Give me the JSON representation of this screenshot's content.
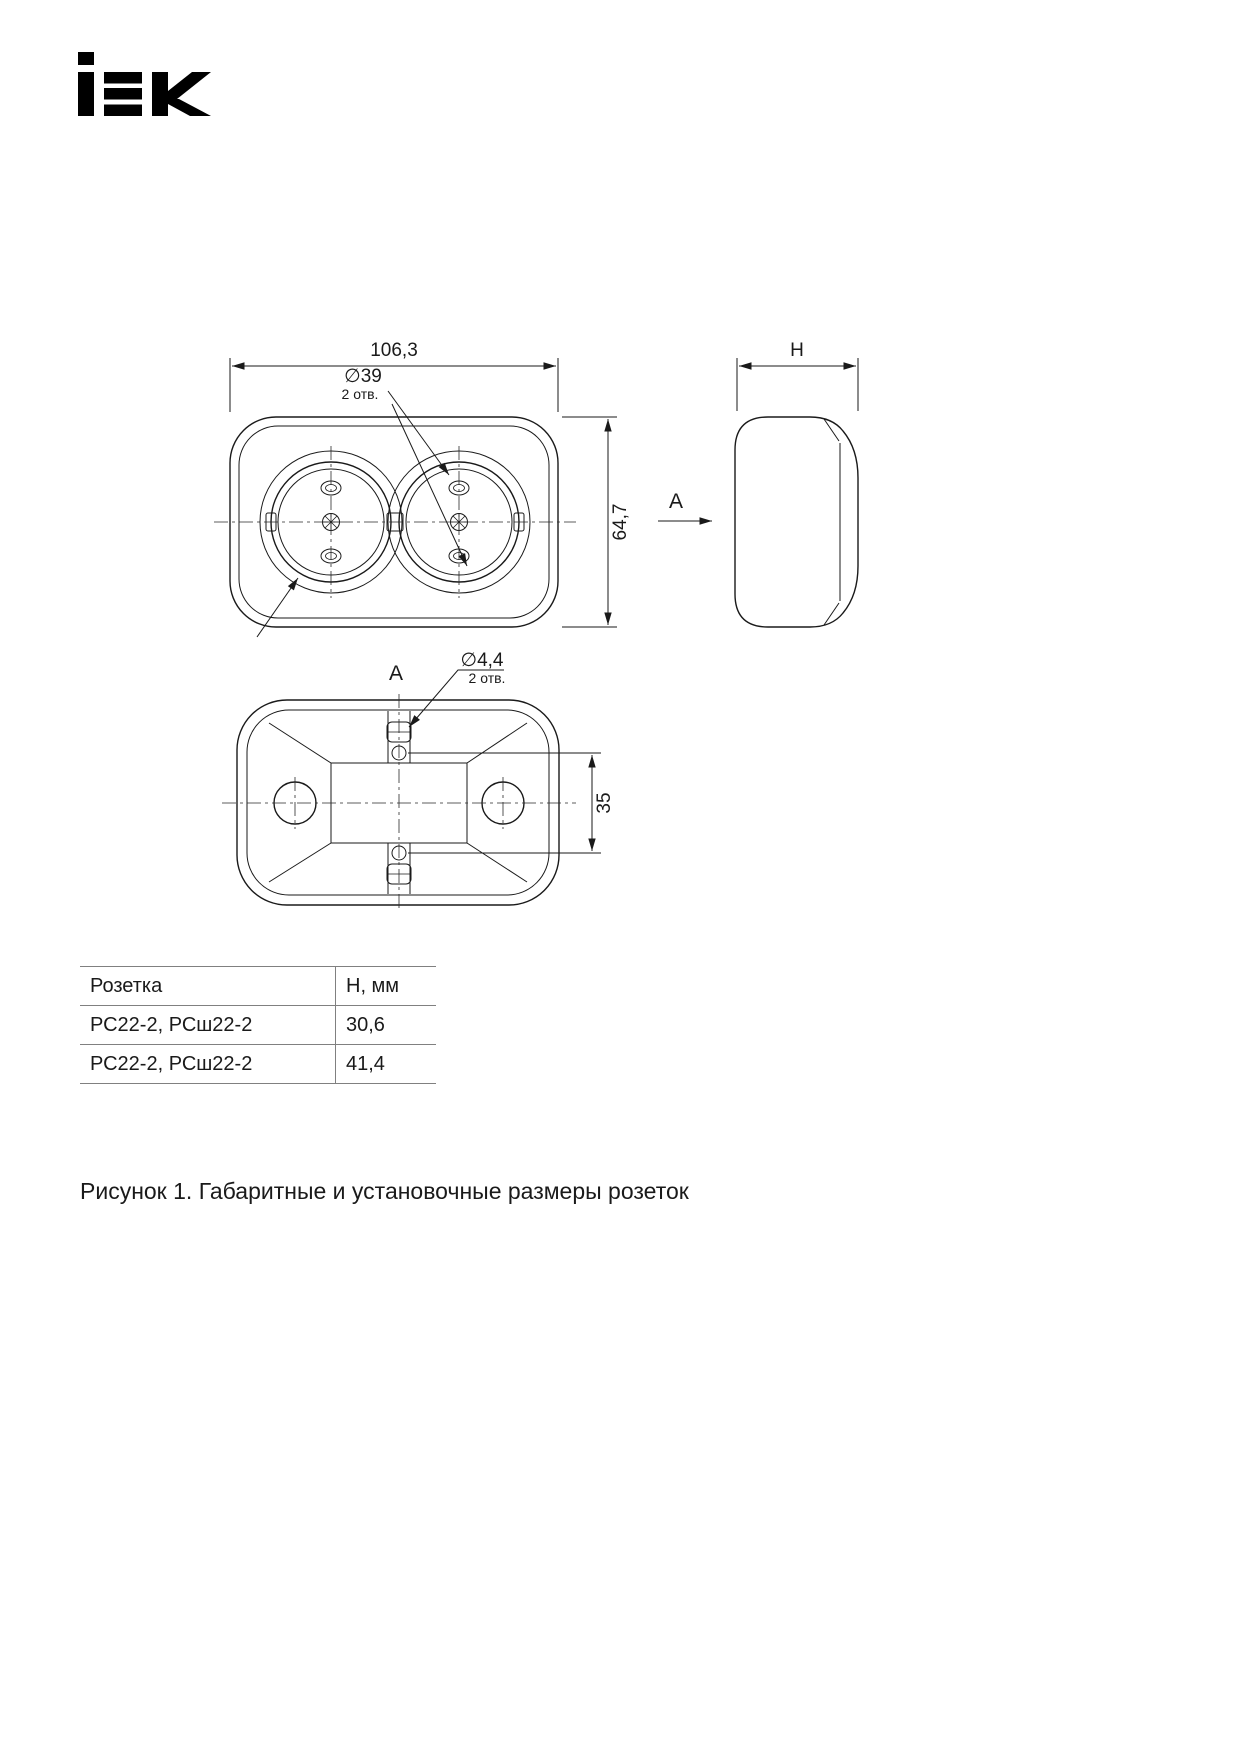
{
  "brand": {
    "logo_text": "IEK"
  },
  "figure": {
    "front_view": {
      "width_dim": "106,3",
      "hole_dia": "∅39",
      "hole_count": "2 отв.",
      "height_dim": "64,7"
    },
    "side_view": {
      "height_dim": "H",
      "view_label": "A"
    },
    "bottom_view": {
      "view_label": "A",
      "hole_dia": "∅4,4",
      "hole_count": "2 отв.",
      "spacing_dim": "35"
    }
  },
  "table": {
    "headers": [
      "Розетка",
      "Н, мм"
    ],
    "rows": [
      [
        "РС22-2, РСш22-2",
        "30,6"
      ],
      [
        "РС22-2, РСш22-2",
        "41,4"
      ]
    ]
  },
  "caption": "Рисунок 1. Габаритные и установочные размеры розеток"
}
